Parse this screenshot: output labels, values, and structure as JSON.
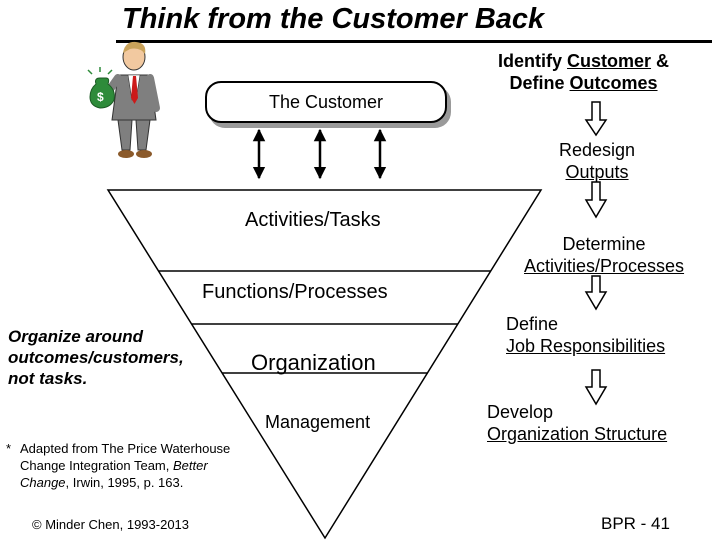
{
  "title": "Think from the Customer Back",
  "customer_box": "The Customer",
  "pyramid": {
    "levels": [
      "Activities/Tasks",
      "Functions/Processes",
      "Organization",
      "Management"
    ]
  },
  "steps": [
    {
      "plain": "Identify ",
      "u1": "Customer",
      "mid": " &",
      "plain2": "Define ",
      "u2": "Outcomes"
    },
    {
      "plain": "Redesign",
      "u2": "Outputs"
    },
    {
      "plain": "Determine",
      "u2": "Activities/Processes"
    },
    {
      "plain": "Define",
      "u2": "Job Responsibilities"
    },
    {
      "plain": "Develop",
      "u2": "Organization Structure"
    }
  ],
  "note": "Organize around\noutcomes/customers,\nnot tasks.",
  "footnote": {
    "star": "*",
    "line1": "Adapted from The Price Waterhouse",
    "line2a": "Change Integration Team, ",
    "line2b": "Better",
    "line3a": "Change",
    "line3b": ", Irwin, 1995, p. 163."
  },
  "copyright": "© Minder Chen, 1993-2013",
  "slide_number": "BPR - 41",
  "icon": "businessman-holding-money-bag-icon"
}
